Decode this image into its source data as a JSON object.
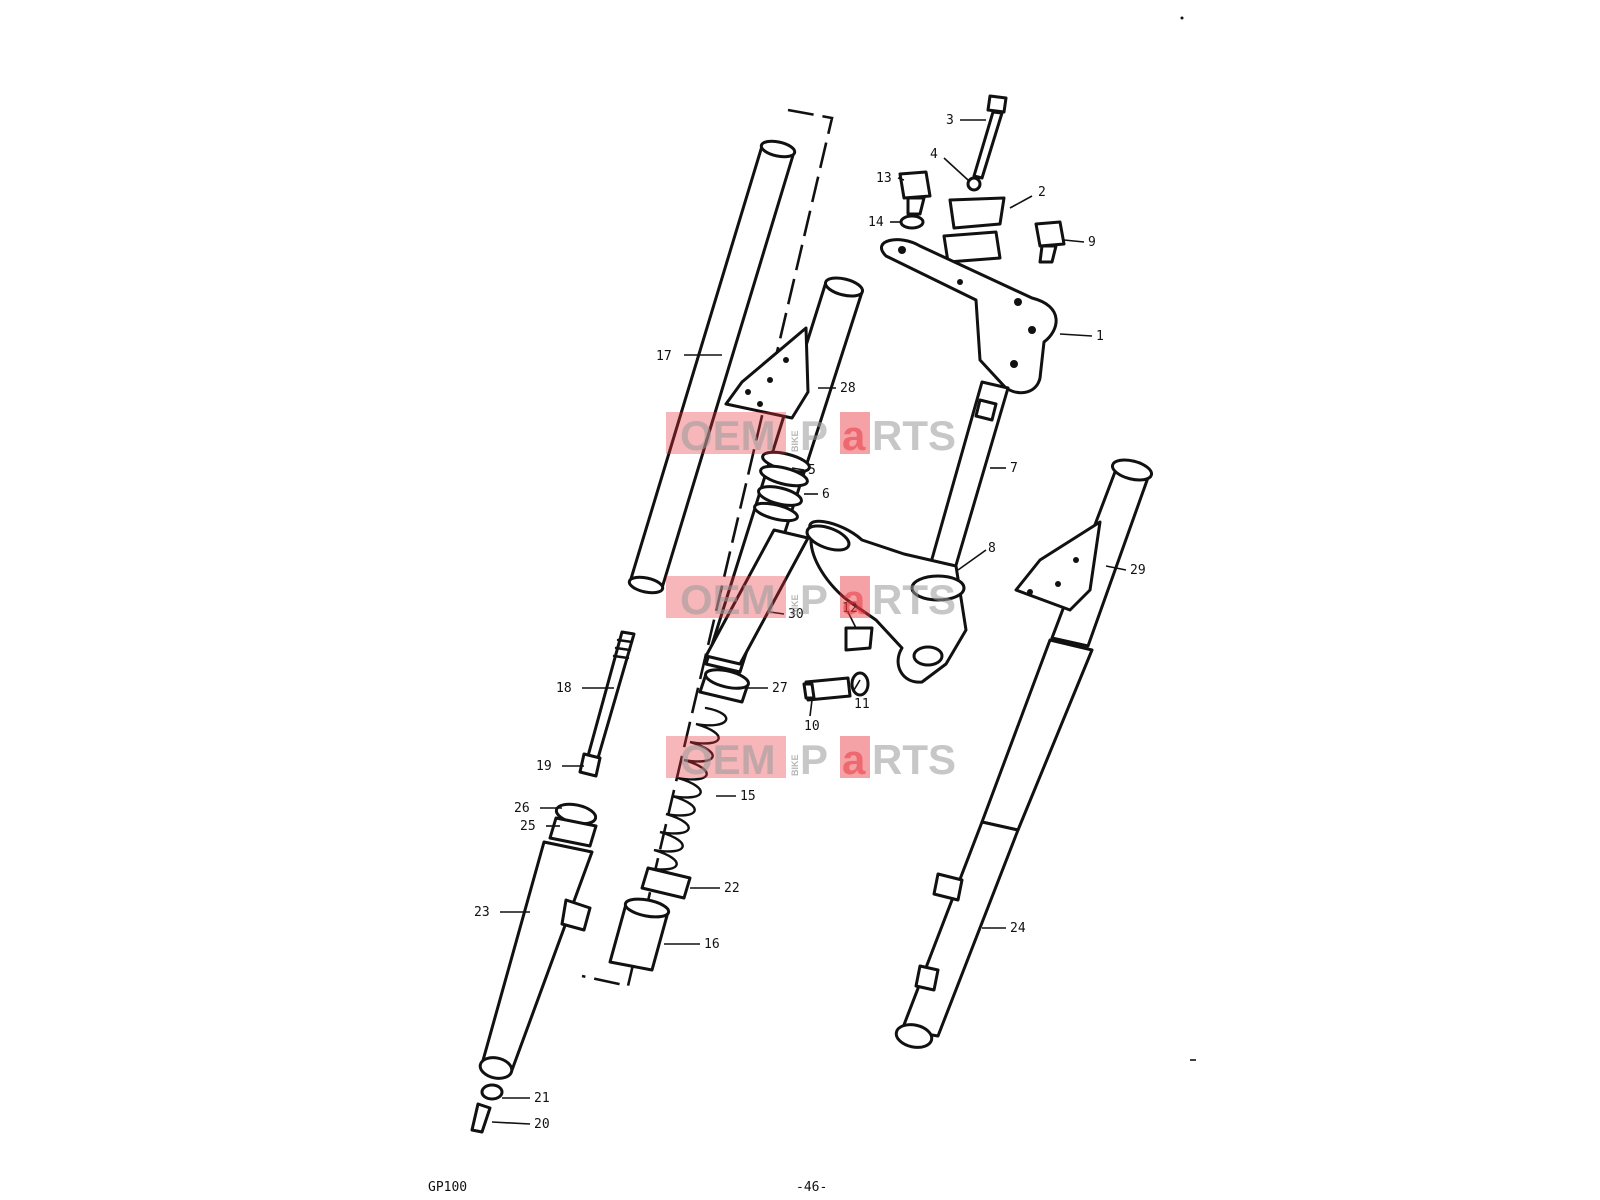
{
  "parts": [
    {
      "id": "label-1",
      "text": "1"
    },
    {
      "id": "label-2",
      "text": "2"
    },
    {
      "id": "label-3",
      "text": "3"
    },
    {
      "id": "label-4",
      "text": "4"
    },
    {
      "id": "label-5",
      "text": "5"
    },
    {
      "id": "label-6",
      "text": "6"
    },
    {
      "id": "label-7",
      "text": "7"
    },
    {
      "id": "label-8",
      "text": "8"
    },
    {
      "id": "label-9",
      "text": "9"
    },
    {
      "id": "label-10",
      "text": "10"
    },
    {
      "id": "label-11",
      "text": "11"
    },
    {
      "id": "label-12",
      "text": "12"
    },
    {
      "id": "label-13",
      "text": "13"
    },
    {
      "id": "label-14",
      "text": "14"
    },
    {
      "id": "label-15",
      "text": "15"
    },
    {
      "id": "label-16",
      "text": "16"
    },
    {
      "id": "label-17",
      "text": "17"
    },
    {
      "id": "label-18",
      "text": "18"
    },
    {
      "id": "label-19",
      "text": "19"
    },
    {
      "id": "label-20",
      "text": "20"
    },
    {
      "id": "label-21",
      "text": "21"
    },
    {
      "id": "label-22",
      "text": "22"
    },
    {
      "id": "label-23",
      "text": "23"
    },
    {
      "id": "label-24",
      "text": "24"
    },
    {
      "id": "label-25",
      "text": "25"
    },
    {
      "id": "label-26",
      "text": "26"
    },
    {
      "id": "label-27",
      "text": "27"
    },
    {
      "id": "label-28",
      "text": "28"
    },
    {
      "id": "label-29",
      "text": "29"
    },
    {
      "id": "label-30",
      "text": "30"
    }
  ],
  "watermark": {
    "oem": "OEM",
    "bike": "BIKE",
    "parts_p": "P",
    "parts_a": "a",
    "parts_rts": "RTS"
  },
  "footer": {
    "model": "GP100",
    "page": "-46-"
  },
  "colors": {
    "line": "#111111",
    "watermark_red": "#e8303a",
    "watermark_grey": "#9a9a9a"
  }
}
